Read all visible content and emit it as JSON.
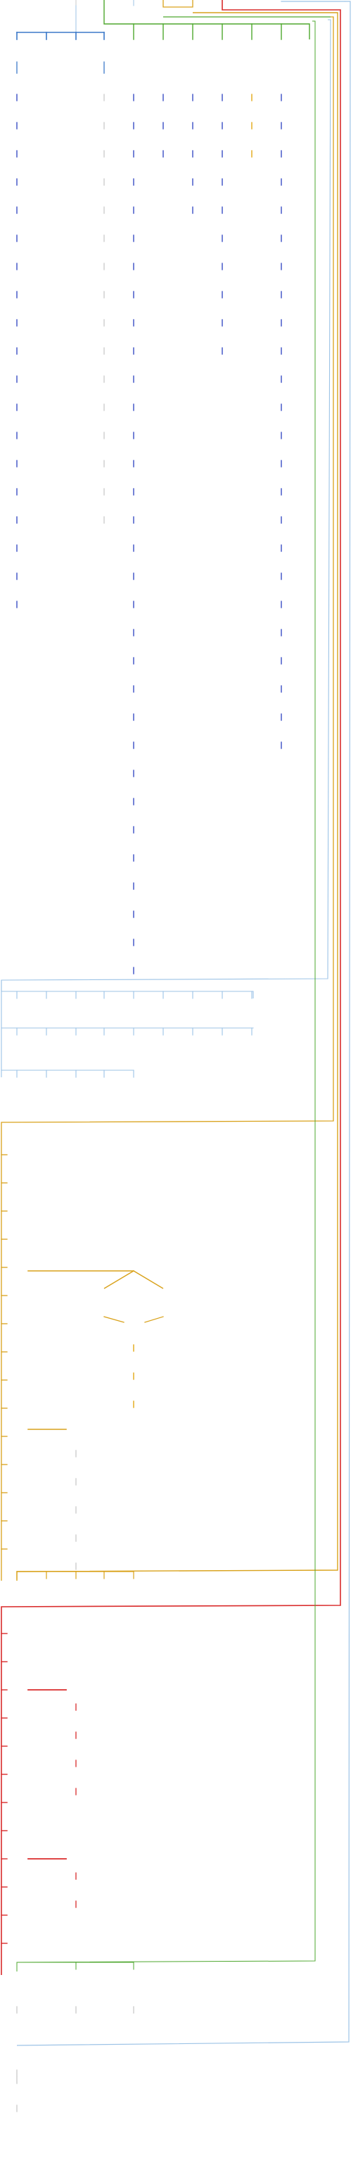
{
  "diagram": {
    "type": "tree-connector-diagram",
    "orientation": "vertical",
    "has_text_labels": false,
    "colors": {
      "background": "#ffffff",
      "blue_branch": "#3b78c8",
      "green_branch": "#4ea72e",
      "orange_branch": "#d9a21b",
      "red_branch": "#d92b2b",
      "light_blue_branch": "#9cc3e6",
      "node_tick_blue": "#2a3fc0",
      "node_tick_gray": "#c8c8c8",
      "node_tick_orange": "#e0a000",
      "node_tick_red": "#d92b2b"
    },
    "branches": [
      {
        "name": "blue-branch",
        "color_key": "blue_branch",
        "child_columns": 4
      },
      {
        "name": "green-branch",
        "color_key": "green_branch",
        "child_columns": 8
      },
      {
        "name": "light-blue-branch-upper",
        "color_key": "light_blue_branch",
        "child_columns": 9
      },
      {
        "name": "orange-branch",
        "color_key": "orange_branch",
        "child_columns": 5
      },
      {
        "name": "red-branch",
        "color_key": "red_branch",
        "child_columns": 3
      },
      {
        "name": "light-blue-branch-lower",
        "color_key": "light_blue_branch",
        "child_columns": 3
      }
    ]
  }
}
